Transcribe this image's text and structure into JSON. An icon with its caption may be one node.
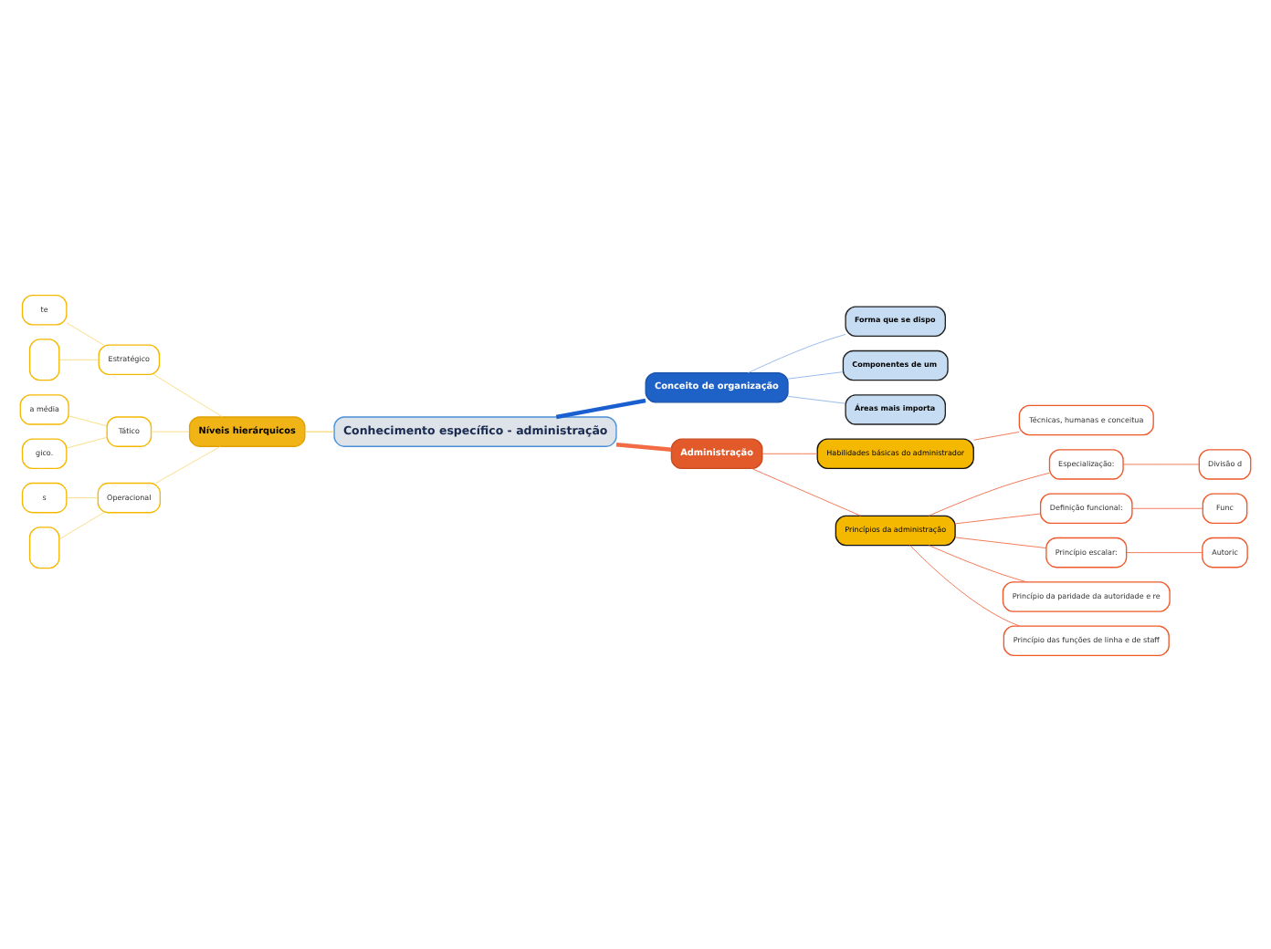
{
  "diagram": {
    "nodes": [
      {
        "text": [
          "Conhecimento específico - administração"
        ]
      },
      {
        "text": [
          "Conceito de organização"
        ]
      },
      {
        "text": [
          "Forma que se dispo"
        ]
      },
      {
        "text": [
          "Componentes de um"
        ]
      },
      {
        "text": [
          "Áreas mais importa"
        ]
      },
      {
        "text": [
          "Níveis hierárquicos"
        ]
      },
      {
        "text": [
          "Estratégico"
        ]
      },
      {
        "text": [
          "te"
        ]
      },
      {
        "text": [],
        "shape": "box"
      },
      {
        "text": [
          "Tático"
        ]
      },
      {
        "text": [
          "a média"
        ]
      },
      {
        "text": [
          "gico."
        ]
      },
      {
        "text": [
          "Operacional"
        ]
      },
      {
        "text": [
          "s"
        ]
      },
      {
        "text": [],
        "shape": "box"
      },
      {
        "text": [
          "Administração"
        ]
      },
      {
        "text": [
          "Habilidades básicas do administrador"
        ]
      },
      {
        "text": [
          "Técnicas, humanas e conceitua"
        ]
      },
      {
        "text": [
          "Princípios da administração"
        ]
      },
      {
        "text": [
          "Especialização:"
        ]
      },
      {
        "text": [
          "Divisão d"
        ]
      },
      {
        "text": [
          "Definição funcional:"
        ]
      },
      {
        "text": [
          "Func"
        ]
      },
      {
        "text": [
          "Princípio escalar:"
        ]
      },
      {
        "text": [
          "Autoric"
        ]
      },
      {
        "text": [
          "Princípio da paridade da autoridade e re"
        ]
      },
      {
        "text": [
          "Princípio das funções de linha e de staff"
        ]
      }
    ],
    "edges": [
      {
        "from": 0,
        "to": 1,
        "arrow": "none",
        "color": "#1a5fd0",
        "style": "thick"
      },
      {
        "from": 1,
        "to": 2,
        "arrow": "none",
        "color": "#8fb4e8"
      },
      {
        "from": 1,
        "to": 3,
        "arrow": "none",
        "color": "#8fb4e8"
      },
      {
        "from": 1,
        "to": 4,
        "arrow": "none",
        "color": "#8fb4e8"
      },
      {
        "from": 5,
        "to": 0,
        "arrow": "none",
        "color": "#f5c842"
      },
      {
        "from": 6,
        "to": 5,
        "arrow": "none",
        "color": "#fbd97a"
      },
      {
        "from": 7,
        "to": 6,
        "arrow": "none",
        "color": "#fbd97a"
      },
      {
        "from": 8,
        "to": 6,
        "arrow": "none",
        "color": "#fbd97a"
      },
      {
        "from": 9,
        "to": 5,
        "arrow": "none",
        "color": "#fbd97a"
      },
      {
        "from": 10,
        "to": 9,
        "arrow": "none",
        "color": "#fbd97a"
      },
      {
        "from": 11,
        "to": 9,
        "arrow": "none",
        "color": "#fbd97a"
      },
      {
        "from": 12,
        "to": 5,
        "arrow": "none",
        "color": "#fbd97a"
      },
      {
        "from": 13,
        "to": 12,
        "arrow": "none",
        "color": "#fbd97a"
      },
      {
        "from": 14,
        "to": 12,
        "arrow": "none",
        "color": "#fbd97a"
      },
      {
        "from": 0,
        "to": 15,
        "arrow": "none",
        "style": "thick"
      },
      {
        "from": 15,
        "to": 16,
        "arrow": "none"
      },
      {
        "from": 16,
        "to": 17,
        "arrow": "none"
      },
      {
        "from": 15,
        "to": 18,
        "arrow": "none"
      },
      {
        "from": 18,
        "to": 19,
        "arrow": "none"
      },
      {
        "from": 19,
        "to": 20,
        "arrow": "none"
      },
      {
        "from": 18,
        "to": 21,
        "arrow": "none"
      },
      {
        "from": 21,
        "to": 22,
        "arrow": "none"
      },
      {
        "from": 18,
        "to": 23,
        "arrow": "none"
      },
      {
        "from": 23,
        "to": 24,
        "arrow": "none"
      },
      {
        "from": 18,
        "to": 25,
        "arrow": "none"
      },
      {
        "from": 18,
        "to": 26,
        "arrow": "none"
      }
    ]
  }
}
